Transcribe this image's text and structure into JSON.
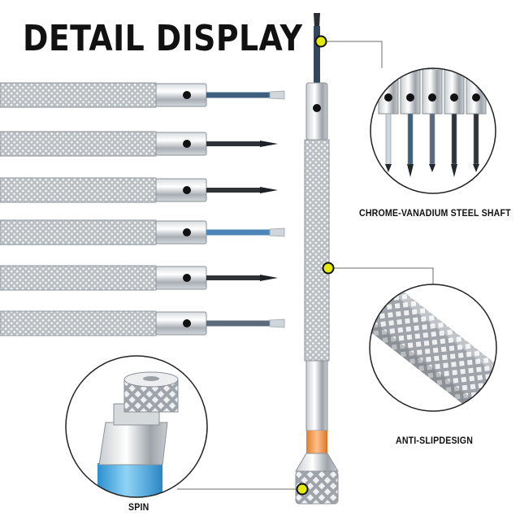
{
  "heading": "DETAIL DISPLAY",
  "callouts": {
    "shaft": "CHROME-VANADIUM STEEL SHAFT",
    "grip": "ANTI-SLIPDESIGN",
    "cap": "SPIN"
  },
  "colors": {
    "accent_dot": "#e4e90a",
    "cap_band": "#4fb6ea",
    "shaft_band": "#f0a052",
    "leader_line": "#6e6e6e"
  },
  "screwdrivers": [
    {
      "tip": "flathead",
      "shaft_color": "#3f5f7f"
    },
    {
      "tip": "phillips",
      "shaft_color": "#2f3338"
    },
    {
      "tip": "phillips",
      "shaft_color": "#2f3338"
    },
    {
      "tip": "flathead",
      "shaft_color": "#4c86b8"
    },
    {
      "tip": "phillips",
      "shaft_color": "#2f3338"
    },
    {
      "tip": "flathead",
      "shaft_color": "#5a6a7c"
    }
  ]
}
